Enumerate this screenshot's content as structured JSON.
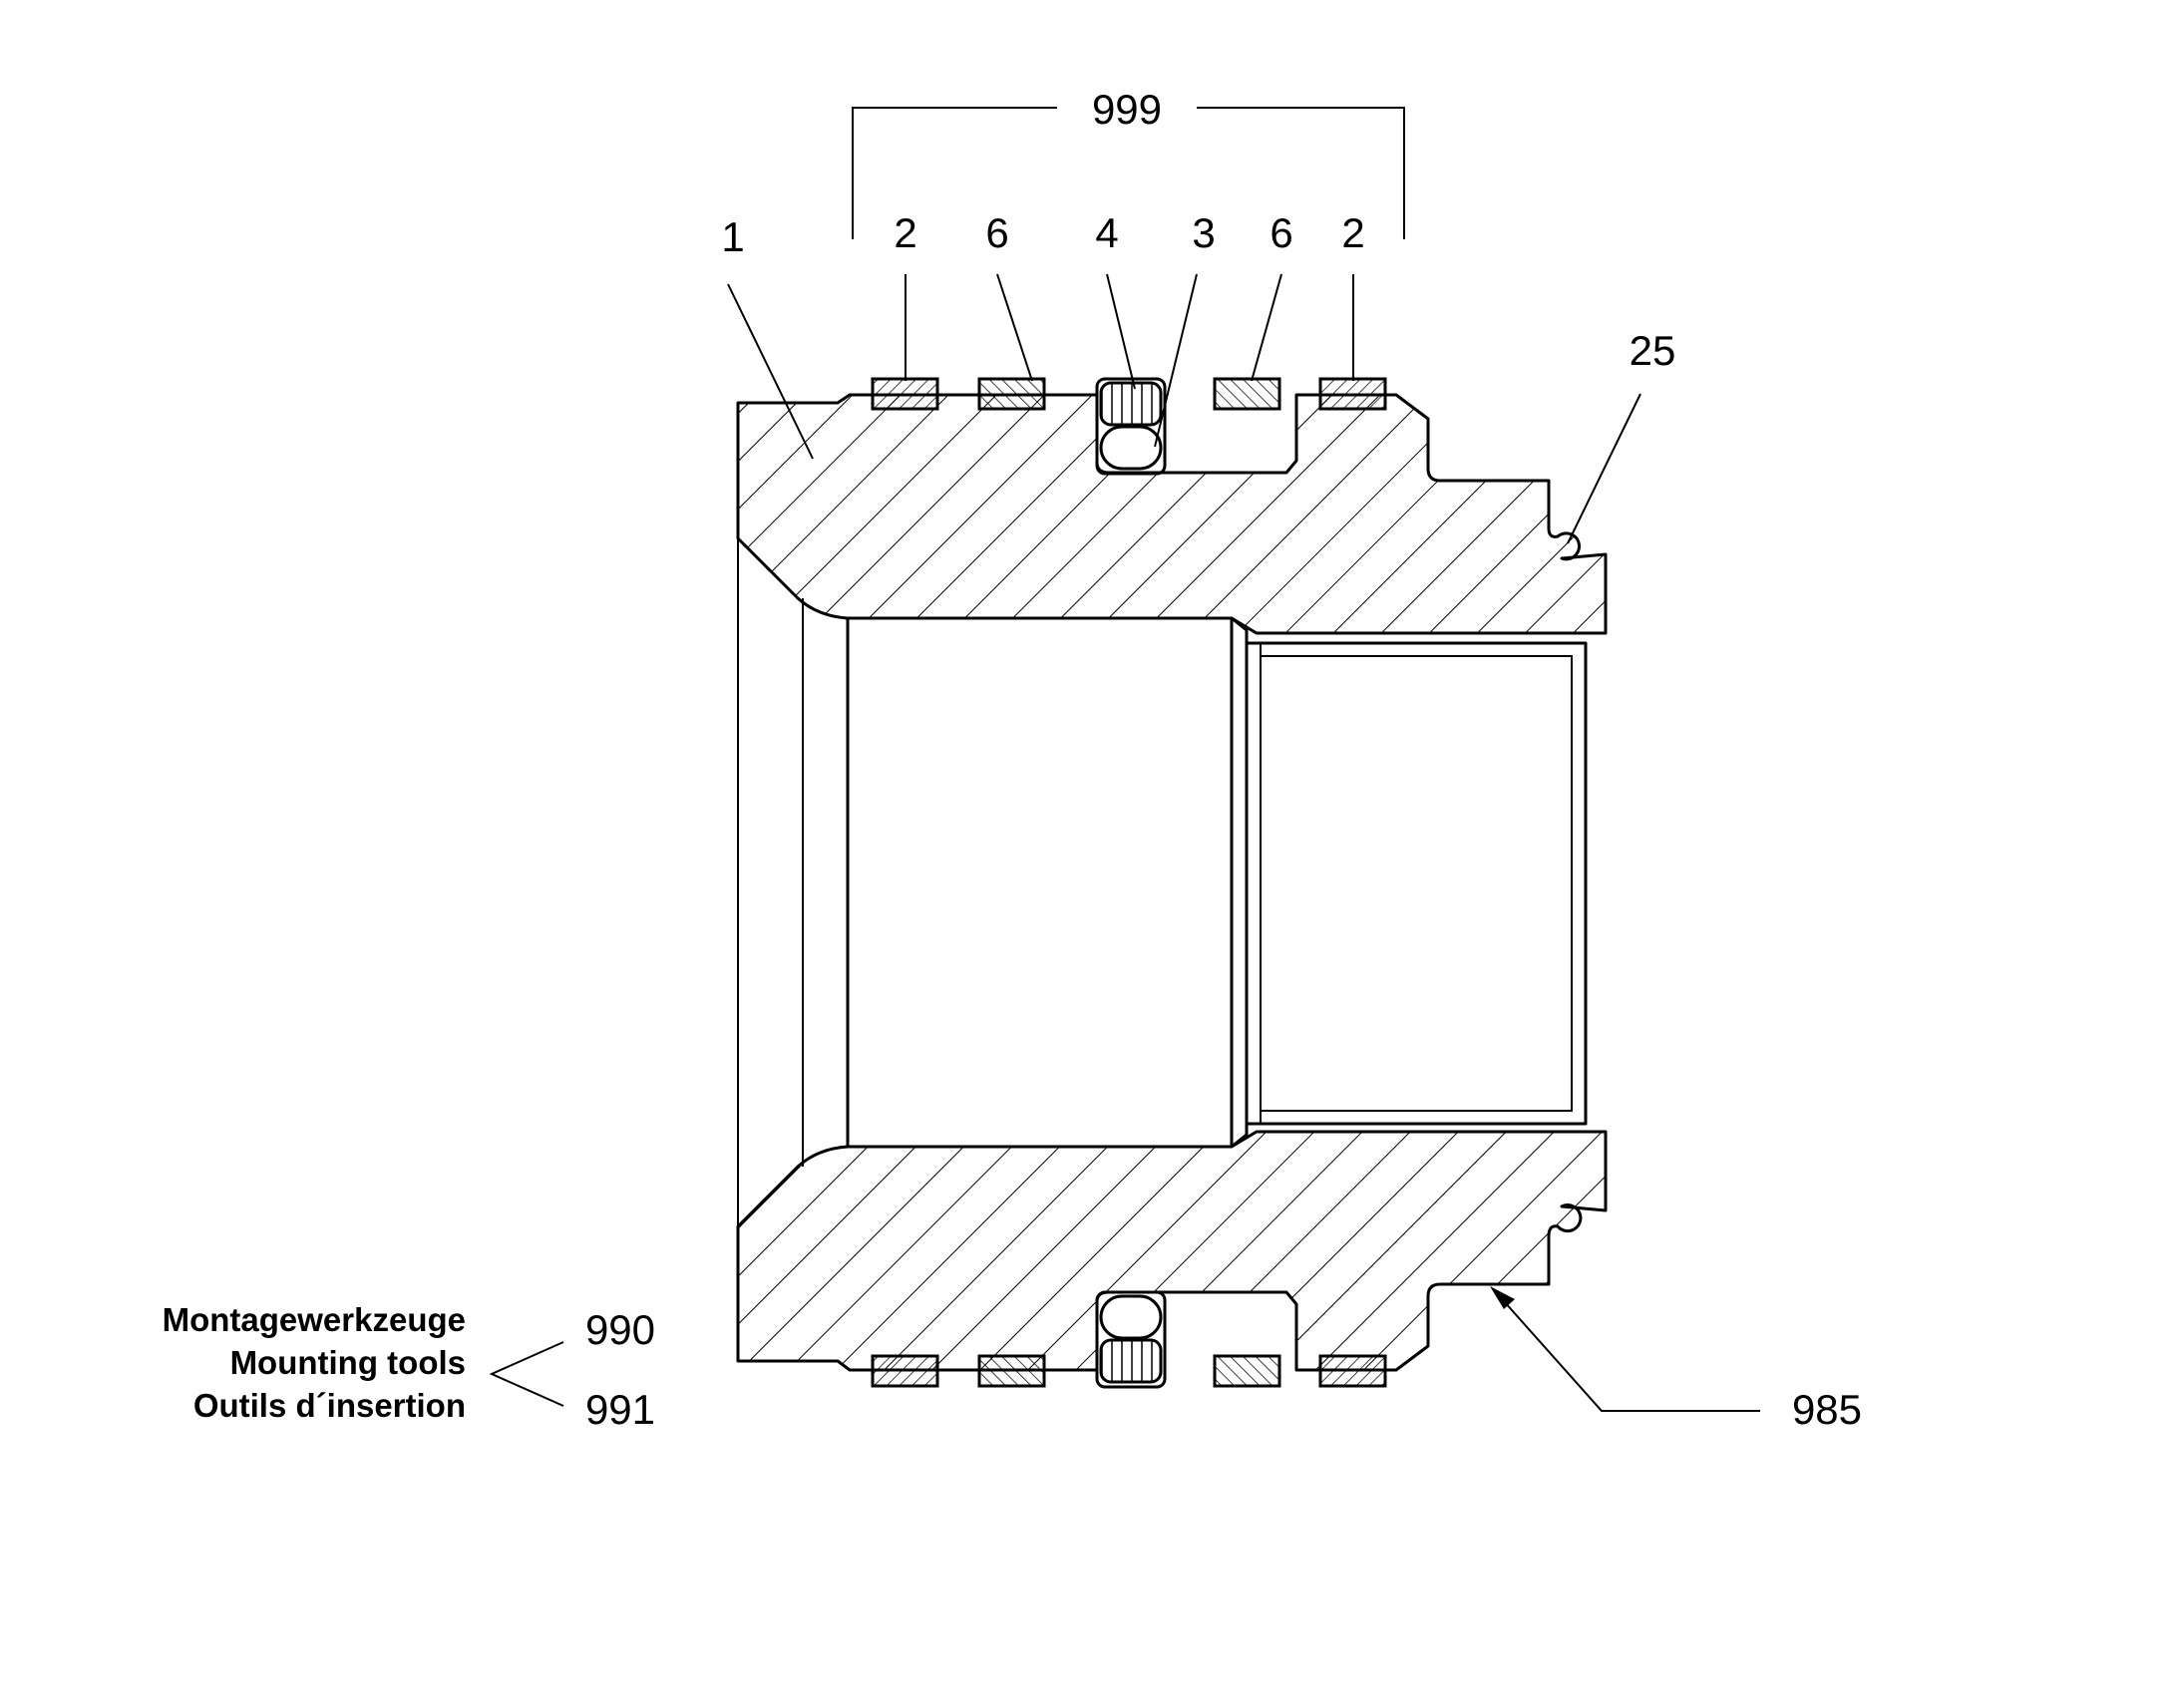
{
  "references": {
    "group": "999",
    "body": "1",
    "ring_outer_left": "2",
    "ring_inner_left": "6",
    "seal_part": "4",
    "oring": "3",
    "ring_inner_right": "6",
    "ring_outer_right": "2",
    "groove": "25",
    "tool_a": "990",
    "tool_b": "991",
    "assembly": "985"
  },
  "legend": {
    "de": "Montagewerkzeuge",
    "en": "Mounting tools",
    "fr": "Outils d´insertion"
  }
}
